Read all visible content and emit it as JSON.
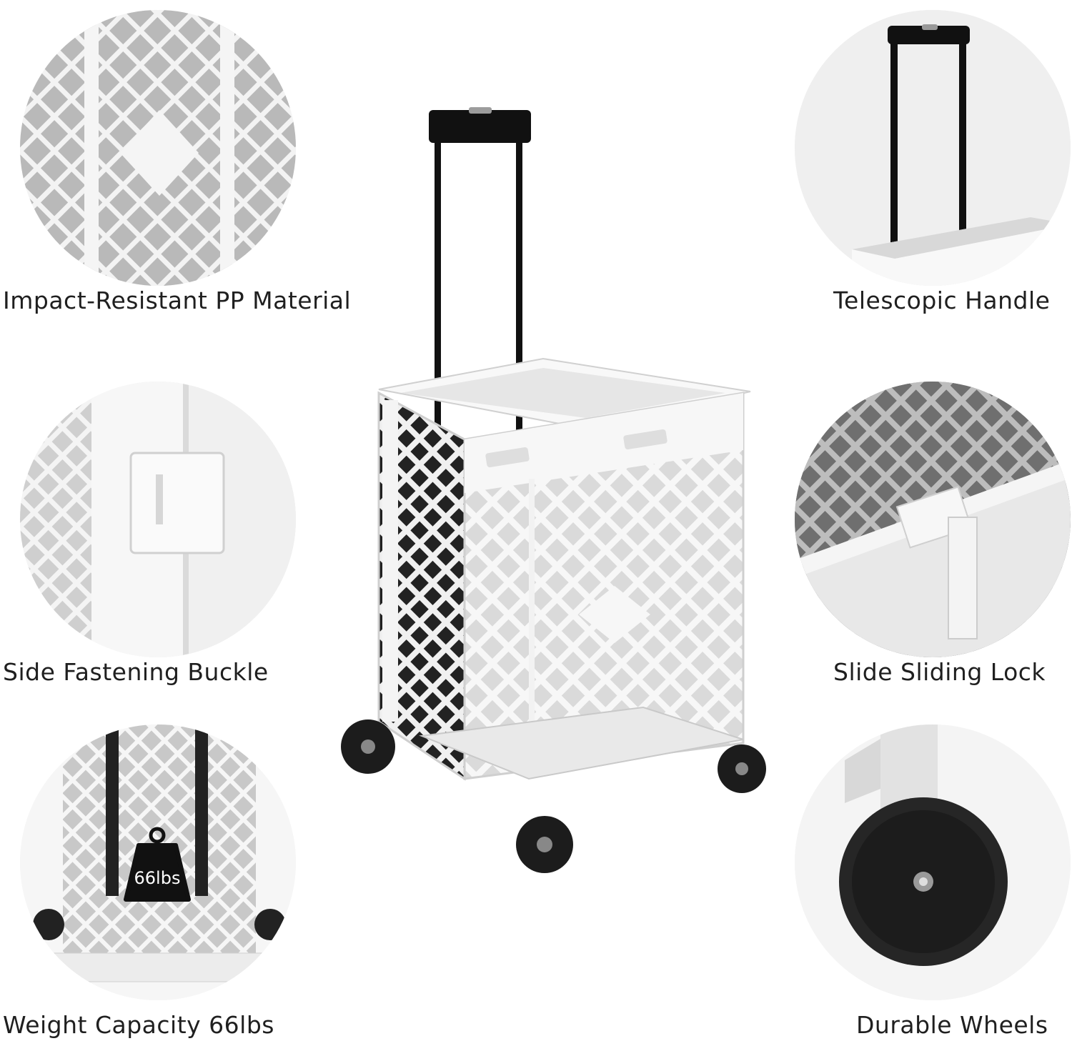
{
  "features": [
    {
      "id": "material",
      "label": "Impact-Resistant PP Material"
    },
    {
      "id": "handle",
      "label": "Telescopic Handle"
    },
    {
      "id": "buckle",
      "label": "Side Fastening Buckle"
    },
    {
      "id": "lock",
      "label": "Slide Sliding Lock"
    },
    {
      "id": "capacity",
      "label": "Weight Capacity 66lbs",
      "badge": "66lbs"
    },
    {
      "id": "wheels",
      "label": "Durable Wheels"
    }
  ],
  "colors": {
    "background": "#ffffff",
    "basket": "#f2f2f2",
    "basket_shadow": "#d9d9d9",
    "handle": "#111111",
    "wheel": "#1a1a1a",
    "text": "#1f1f1f"
  }
}
